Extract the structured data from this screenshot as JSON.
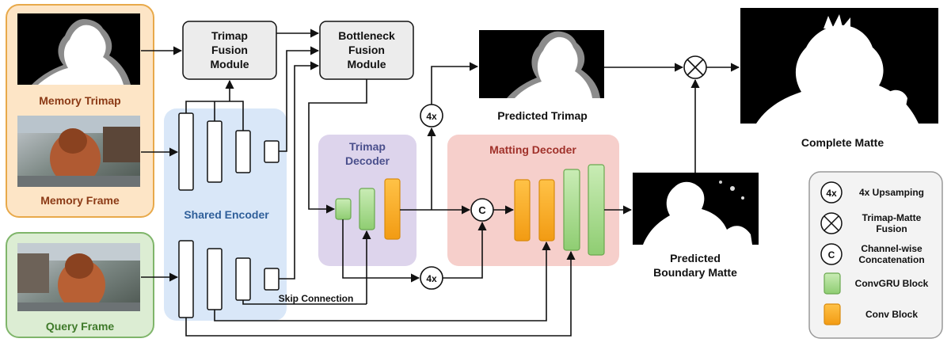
{
  "labels": {
    "memory_trimap": "Memory Trimap",
    "memory_frame": "Memory Frame",
    "query_frame": "Query Frame",
    "shared_encoder": "Shared Encoder",
    "trimap_fusion": [
      "Trimap",
      "Fusion",
      "Module"
    ],
    "bottleneck_fusion": [
      "Bottleneck",
      "Fusion",
      "Module"
    ],
    "trimap_decoder": [
      "Trimap",
      "Decoder"
    ],
    "matting_decoder": "Matting Decoder",
    "predicted_trimap": "Predicted Trimap",
    "predicted_boundary_matte": [
      "Predicted",
      "Boundary Matte"
    ],
    "complete_matte": "Complete Matte",
    "skip_connection": "Skip Connection",
    "upsample_symbol": "4x",
    "concat_symbol": "C"
  },
  "legend": {
    "items": [
      {
        "symbol": "4x",
        "label": [
          "4x Upsamping"
        ]
      },
      {
        "symbol": "otimes",
        "label": [
          "Trimap-Matte",
          "Fusion"
        ]
      },
      {
        "symbol": "C",
        "label": [
          "Channel-wise",
          "Concatenation"
        ]
      },
      {
        "symbol": "green-block",
        "label": [
          "ConvGRU Block"
        ]
      },
      {
        "symbol": "orange-block",
        "label": [
          "Conv Block"
        ]
      }
    ]
  },
  "colors": {
    "memory_panel_fill": "#fde5c6",
    "memory_panel_stroke": "#e8a94a",
    "query_panel_fill": "#dcedd3",
    "query_panel_stroke": "#7fb56a",
    "encoder_fill": "#d9e7f8",
    "trimap_decoder_fill": "#ddd4ec",
    "trimap_decoder_text": "#4a4f8c",
    "matting_decoder_fill": "#f6cfcb",
    "matting_decoder_text": "#a0312a",
    "memory_text": "#8b3a16",
    "query_text": "#3f7a2a",
    "encoder_text": "#2f5f9a",
    "convgru_green": "#a7d98c",
    "conv_orange": "#f5a623",
    "module_fill": "#ececec"
  }
}
